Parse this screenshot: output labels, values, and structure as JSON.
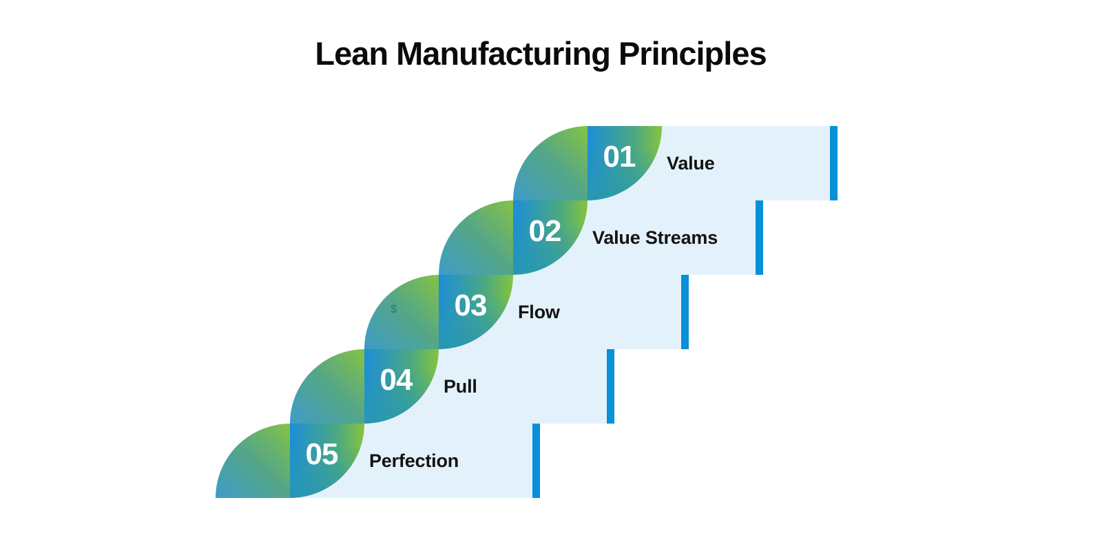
{
  "title": "Lean Manufacturing Principles",
  "steps": [
    {
      "number": "01",
      "label": "Value"
    },
    {
      "number": "02",
      "label": "Value Streams"
    },
    {
      "number": "03",
      "label": "Flow",
      "watermark": "$"
    },
    {
      "number": "04",
      "label": "Pull"
    },
    {
      "number": "05",
      "label": "Perfection"
    }
  ],
  "colors": {
    "title_color": "#0b0b0b",
    "label_color": "#131313",
    "number_color": "#ffffff",
    "band_bg": "#E3F1FB",
    "accent_bar": "#0890D8",
    "leaf_gradient": [
      "#3D9CC9",
      "#55A687",
      "#85C344"
    ],
    "disc_gradient": [
      "#1E8FD4",
      "#4AA883",
      "#85C33E"
    ],
    "disc_overlay": "#2A98AC"
  }
}
